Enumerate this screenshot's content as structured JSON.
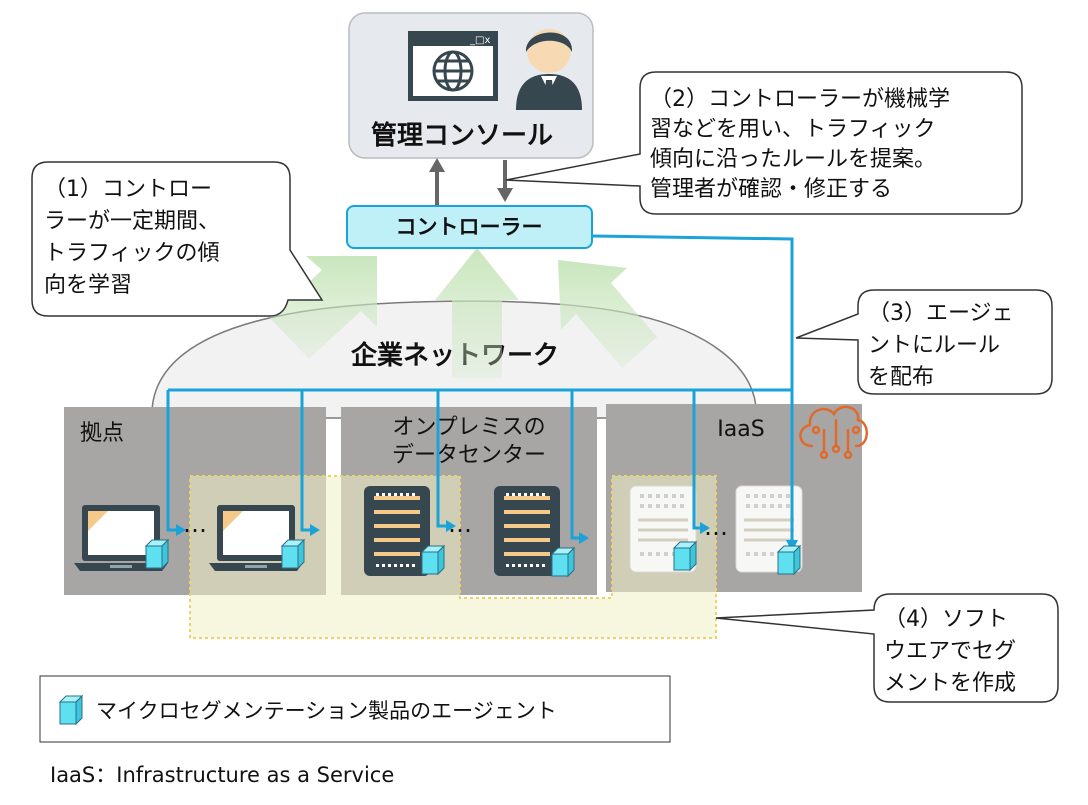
{
  "console": {
    "label": "管理コンソール"
  },
  "controller": {
    "label": "コントローラー"
  },
  "network": {
    "label": "企業ネットワーク"
  },
  "zones": {
    "branch": {
      "label": "拠点"
    },
    "datacenter": {
      "label_line1": "オンプレミスの",
      "label_line2": "データセンター"
    },
    "iaas": {
      "label": "IaaS"
    }
  },
  "ellipsis": "…",
  "callouts": {
    "c1": {
      "lines": [
        "（1）コントロー",
        "ラーが一定期間、",
        "トラフィックの傾",
        "向を学習"
      ]
    },
    "c2": {
      "lines": [
        "（2）コントローラーが機械学",
        "習などを用い、トラフィック",
        "傾向に沿ったルールを提案。",
        "管理者が確認・修正する"
      ]
    },
    "c3": {
      "lines": [
        "（3）エージェ",
        "ントにルール",
        "を配布"
      ]
    },
    "c4": {
      "lines": [
        "（4）ソフト",
        "ウエアでセグ",
        "メントを作成"
      ]
    }
  },
  "legend": {
    "agent_label": "マイクロセグメンテーション製品のエージェント"
  },
  "footnote": "IaaS：Infrastructure as a Service",
  "colors": {
    "line_blue": "#1aa3d9",
    "agent_cube": "#5ee0f0",
    "controller_fill": "#bff0f8",
    "zone_gray": "#a8a5a5",
    "segment_yellow": "#f1f0c4",
    "learn_arrow_green": "#c9e6bd"
  },
  "icons": [
    "browser-window-icon",
    "globe-icon",
    "admin-person-icon",
    "laptop-icon",
    "server-rack-icon",
    "cloud-server-icon",
    "cloud-ai-icon",
    "agent-cube-icon"
  ]
}
